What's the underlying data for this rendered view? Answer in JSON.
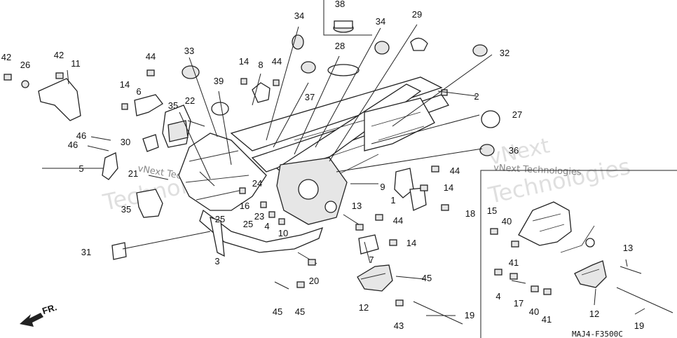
{
  "callouts": {
    "c42a": "42",
    "c26": "26",
    "c42b": "42",
    "c11": "11",
    "c44a": "44",
    "c33": "33",
    "c34a": "34",
    "c38": "38",
    "c34b": "34",
    "c29": "29",
    "c28": "28",
    "c32": "32",
    "c14a": "14",
    "c44b": "44",
    "c8": "8",
    "c6": "6",
    "c39": "39",
    "c37": "37",
    "c22": "22",
    "c35a": "35",
    "c2": "2",
    "c27": "27",
    "c46a": "46",
    "c46b": "46",
    "c30": "30",
    "c36": "36",
    "c5": "5",
    "c21": "21",
    "c24": "24",
    "c44c": "44",
    "c9": "9",
    "c14b": "14",
    "c16": "16",
    "c1": "1",
    "c35b": "35",
    "c25a": "25",
    "c25b": "25",
    "c23": "23",
    "c13a": "13",
    "c4a": "4",
    "c10": "10",
    "c44d": "44",
    "c18": "18",
    "c31": "31",
    "c3": "3",
    "c7": "7",
    "c14c": "14",
    "c20": "20",
    "c45a": "45",
    "c45b": "45",
    "c45c": "45",
    "c12a": "12",
    "c43": "43",
    "c19a": "19",
    "c15": "15",
    "c40a": "40",
    "c41a": "41",
    "c4b": "4",
    "c17": "17",
    "c40b": "40",
    "c41b": "41",
    "c13b": "13",
    "c12b": "12",
    "c19b": "19"
  },
  "watermarks": {
    "brand_small_1": "vNext Technologies",
    "brand_small_2": "vNext Technologies",
    "brand_large_1": "Technologies",
    "brand_large_2": "vNext",
    "brand_large_3": "Technologies"
  },
  "front_arrow_label": "FR.",
  "drawing_code": "MAJ4-F3500C",
  "icons": {
    "front_arrow": "front-direction-arrow-icon"
  }
}
